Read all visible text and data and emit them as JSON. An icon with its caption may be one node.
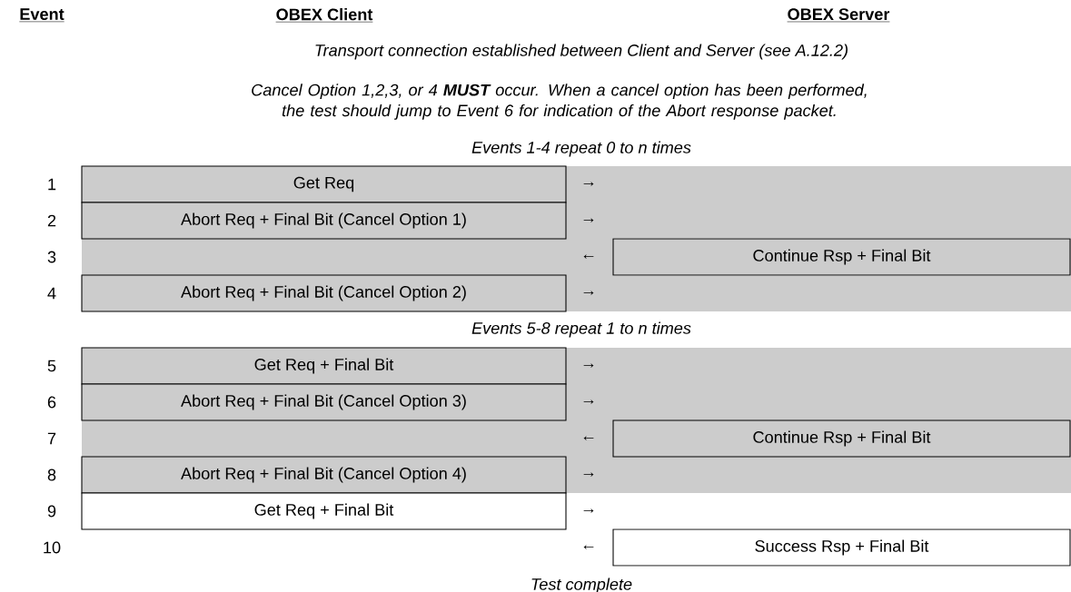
{
  "diagram": {
    "nodes": [
      {
        "text": [
          "Get Req"
        ]
      },
      {
        "text": [
          "Abort Req + Final Bit (Cancel Option 1)"
        ]
      },
      {
        "text": [
          "Continue Rsp + Final Bit"
        ]
      },
      {
        "text": [
          "Abort Req + Final Bit (Cancel Option 2)"
        ]
      },
      {
        "text": [
          "Get Req + Final Bit"
        ]
      },
      {
        "text": [
          "Abort Req + Final Bit (Cancel Option 3)"
        ]
      },
      {
        "text": [
          "Continue Rsp + Final Bit"
        ]
      },
      {
        "text": [
          "Abort Req + Final Bit (Cancel Option 4)"
        ]
      },
      {
        "text": [
          "Get Req + Final Bit"
        ]
      },
      {
        "text": [
          "Success Rsp + Final Bit"
        ]
      }
    ],
    "labels": [
      "Event",
      "OBEX Client",
      "OBEX Server",
      "Transport connection established between Client and Server (see A.12.2)",
      "Cancel Option 1,2,3, or 4 **MUST** occur.  When a cancel option has been performed, the test should jump to Event 6 for indication of the Abort response packet.",
      "Events 1-4 repeat 0 to n times",
      "1",
      "→",
      "2",
      "→",
      "3",
      "←",
      "4",
      "→",
      "Events 5-8 repeat 1 to n times",
      "5",
      "→",
      "6",
      "→",
      "7",
      "←",
      "8",
      "→",
      "9",
      "→",
      "10",
      "←",
      "Test complete"
    ]
  }
}
